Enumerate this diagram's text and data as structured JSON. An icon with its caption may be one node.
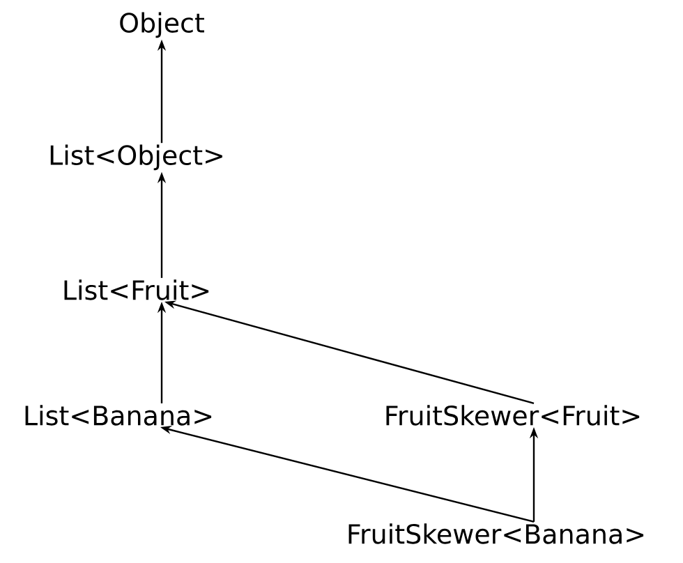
{
  "diagram": {
    "nodes": [
      {
        "text": [
          "Object"
        ]
      },
      {
        "text": [
          "List<Object>"
        ]
      },
      {
        "text": [
          "List<Fruit>"
        ]
      },
      {
        "text": [
          "List<Banana>"
        ]
      },
      {
        "text": [
          "FruitSkewer<Fruit>"
        ]
      },
      {
        "text": [
          "FruitSkewer<Banana>"
        ]
      }
    ],
    "edges": [
      {
        "from": 1,
        "to": 0,
        "arrow": "to"
      },
      {
        "from": 2,
        "to": 1,
        "arrow": "to"
      },
      {
        "from": 3,
        "to": 2,
        "arrow": "to"
      },
      {
        "from": 4,
        "to": 2,
        "arrow": "to"
      },
      {
        "from": 5,
        "to": 4,
        "arrow": "to"
      },
      {
        "from": 5,
        "to": 3,
        "arrow": "to"
      }
    ]
  }
}
